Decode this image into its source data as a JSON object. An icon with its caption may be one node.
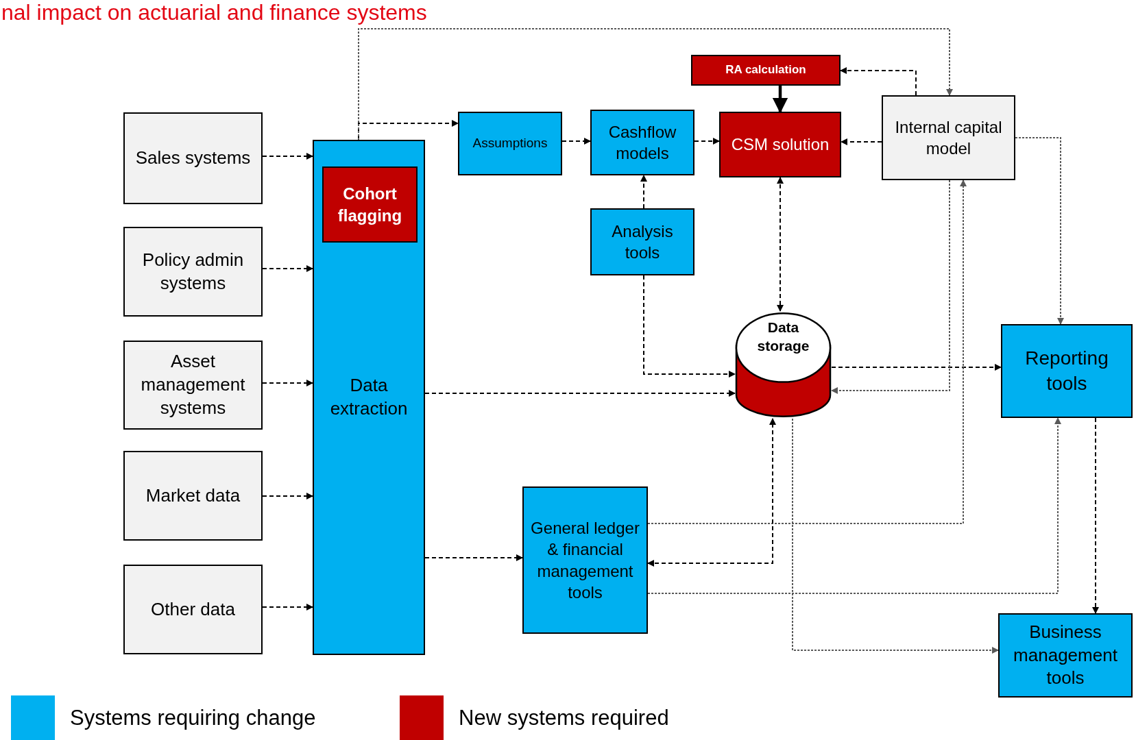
{
  "diagram": {
    "title": "nal impact on actuarial and finance systems",
    "nodes": [
      {
        "text": [
          "Sales systems"
        ]
      },
      {
        "text": [
          "Policy admin systems"
        ]
      },
      {
        "text": [
          "Asset management systems"
        ]
      },
      {
        "text": [
          "Market data"
        ]
      },
      {
        "text": [
          "Other data"
        ]
      },
      {
        "text": [
          "Data extraction"
        ]
      },
      {
        "text": [
          "Cohort flagging"
        ],
        "in": 5
      },
      {
        "text": [
          "Assumptions"
        ]
      },
      {
        "text": [
          "Cashflow models"
        ]
      },
      {
        "text": [
          "Analysis tools"
        ]
      },
      {
        "text": [
          "RA calculation"
        ]
      },
      {
        "text": [
          "CSM solution"
        ]
      },
      {
        "text": [
          "Internal capital model"
        ]
      },
      {
        "text": [
          "Data storage"
        ]
      },
      {
        "text": [
          "Reporting tools"
        ]
      },
      {
        "text": [
          "General ledger & financial management tools"
        ]
      },
      {
        "text": [
          "Business management tools"
        ]
      }
    ],
    "edges": [
      {
        "from": 0,
        "to": 5,
        "arrow": "to",
        "style": "dashed"
      },
      {
        "from": 1,
        "to": 5,
        "arrow": "to",
        "style": "dashed"
      },
      {
        "from": 2,
        "to": 5,
        "arrow": "to",
        "style": "dashed"
      },
      {
        "from": 3,
        "to": 5,
        "arrow": "to",
        "style": "dashed"
      },
      {
        "from": 4,
        "to": 5,
        "arrow": "to",
        "style": "dashed"
      },
      {
        "from": 5,
        "to": 7,
        "arrow": "to",
        "style": "dashed"
      },
      {
        "from": 5,
        "to": 12,
        "arrow": "to",
        "style": "dashed",
        "color": "#595959"
      },
      {
        "from": 7,
        "to": 8,
        "arrow": "to",
        "style": "dashed"
      },
      {
        "from": 8,
        "to": 11,
        "arrow": "to",
        "style": "dashed"
      },
      {
        "from": 9,
        "to": 8,
        "arrow": "to",
        "style": "dashed"
      },
      {
        "from": 12,
        "to": 10,
        "arrow": "to",
        "style": "dashed"
      },
      {
        "from": 10,
        "to": 11,
        "arrow": "to",
        "style": "thick"
      },
      {
        "from": 12,
        "to": 11,
        "arrow": "to",
        "style": "dashed"
      },
      {
        "from": 11,
        "to": 13,
        "arrow": "both",
        "style": "dashed"
      },
      {
        "from": 12,
        "to": 14,
        "arrow": "to",
        "style": "dashed",
        "color": "#595959"
      },
      {
        "from": 9,
        "to": 13,
        "arrow": "to",
        "style": "dashed"
      },
      {
        "from": 5,
        "to": 13,
        "arrow": "to",
        "style": "dashed"
      },
      {
        "from": 13,
        "to": 14,
        "arrow": "to",
        "style": "dashed"
      },
      {
        "from": 12,
        "to": 13,
        "arrow": "to",
        "style": "dashed",
        "color": "#595959"
      },
      {
        "from": 15,
        "to": 12,
        "arrow": "to",
        "style": "dashed",
        "color": "#595959"
      },
      {
        "from": 15,
        "to": 13,
        "arrow": "both",
        "style": "dashed"
      },
      {
        "from": 15,
        "to": 14,
        "arrow": "to",
        "style": "dashed",
        "color": "#595959"
      },
      {
        "from": 13,
        "to": 16,
        "arrow": "to",
        "style": "dashed",
        "color": "#595959"
      },
      {
        "from": 14,
        "to": 16,
        "arrow": "to",
        "style": "dashed"
      },
      {
        "from": 5,
        "to": 15,
        "arrow": "to",
        "style": "dashed"
      }
    ],
    "legend": [
      {
        "text": "Systems requiring change",
        "color": "#00b0f0"
      },
      {
        "text": "New systems required",
        "color": "#c00000"
      }
    ]
  }
}
